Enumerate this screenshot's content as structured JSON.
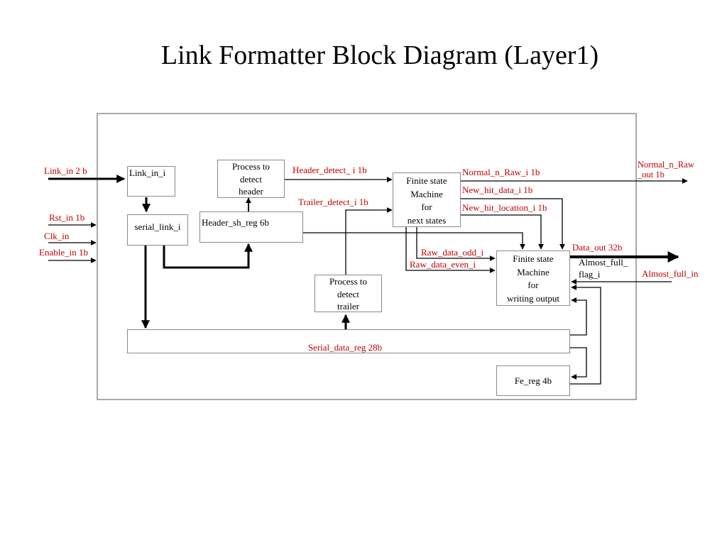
{
  "title": "Link Formatter Block Diagram (Layer1)",
  "blocks": {
    "link_in_i": "Link_in_i",
    "serial_link_i": "serial_link_i",
    "process_header": [
      "Process to",
      "detect",
      "header"
    ],
    "header_sh_reg": "Header_sh_reg 6b",
    "fsm_next": [
      "Finite state",
      "Machine",
      "for",
      "next states"
    ],
    "process_trailer": [
      "Process to",
      "detect",
      "trailer"
    ],
    "fsm_output": [
      "Finite state",
      "Machine",
      "for",
      "writing output"
    ],
    "serial_data_reg": "Serial_data_reg  28b",
    "fe_reg": "Fe_reg 4b"
  },
  "inputs": {
    "link_in": "Link_in 2 b",
    "rst_in": "Rst_in 1b",
    "clk_in": "Clk_in",
    "enable_in": "Enable_in 1b",
    "almost_full_in": "Almost_full_in"
  },
  "outputs": {
    "normal_n_raw_out": [
      "Normal_n_Raw",
      "_out  1b"
    ],
    "data_out": "Data_out  32b"
  },
  "signals": {
    "header_detect": "Header_detect_ i  1b",
    "trailer_detect": "Trailer_detect_i  1b",
    "normal_n_raw_i": "Normal_n_Raw_i  1b",
    "new_hit_data_i": "New_hit_data_i  1b",
    "new_hit_location_i": "New_hit_location_i 1b",
    "raw_data_odd_i": "Raw_data_odd_i",
    "raw_data_even_i": "Raw_data_even_i",
    "almost_full_flag_i": [
      "Almost_full_",
      "flag_i"
    ]
  }
}
